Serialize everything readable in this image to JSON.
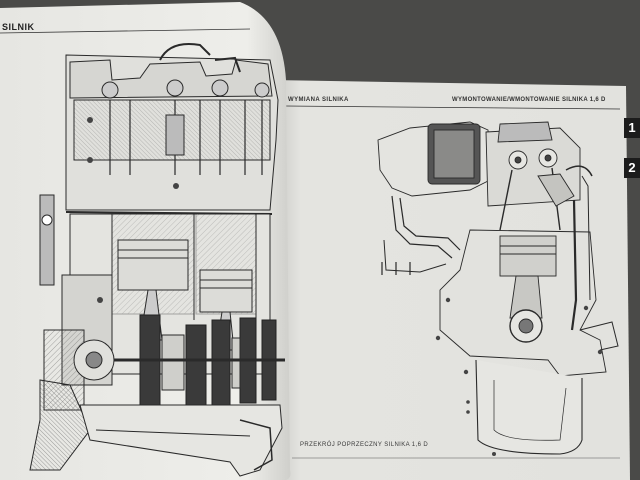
{
  "book": {
    "left_page": {
      "section_title": "SILNIK"
    },
    "right_page": {
      "header_left": "WYMIANA SILNIKA",
      "header_right": "WYMONTOWANIE/WMONTOWANIE SILNIKA 1,6 D",
      "figure_caption": "PRZEKRÓJ POPRZECZNY SILNIKA 1,6 D"
    },
    "chapter_tabs": [
      "1",
      "2"
    ]
  },
  "colors": {
    "background": "#4a4a48",
    "paper": "#e9e9e6",
    "ink": "#2a2a2a",
    "tab": "#1c1c1c"
  }
}
